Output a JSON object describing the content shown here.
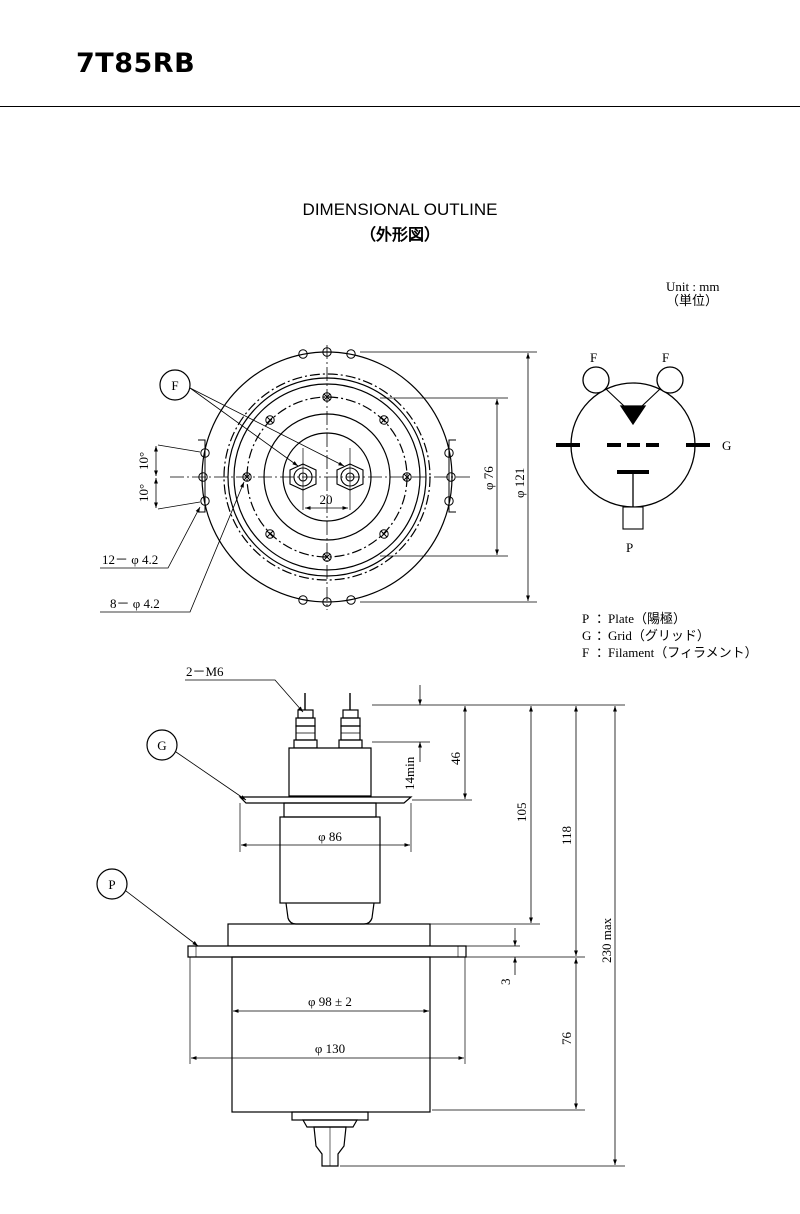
{
  "header": {
    "model": "7T85RB"
  },
  "diagram": {
    "title": "DIMENSIONAL OUTLINE",
    "subtitle": "（外形図）",
    "unit_label": "Unit : mm",
    "unit_label_jp": "（単位）"
  },
  "top_view": {
    "callout_F": "F",
    "dim_10_upper": "10°",
    "dim_10_lower": "10°",
    "dim_20": "20",
    "dim_phi76": "φ 76",
    "dim_phi121": "φ 121",
    "holes_12": "12－ φ 4.2",
    "holes_8": "8－ φ 4.2"
  },
  "schematic": {
    "label_F_left": "F",
    "label_F_right": "F",
    "label_G": "G",
    "label_P": "P"
  },
  "legend": [
    {
      "key": "P",
      "sep": "：",
      "text": "Plate（陽極）"
    },
    {
      "key": "G",
      "sep": "：",
      "text": "Grid（グリッド）"
    },
    {
      "key": "F",
      "sep": "：",
      "text": "Filament（フィラメント）"
    }
  ],
  "side_view": {
    "thread_label": "2－M6",
    "callout_G": "G",
    "callout_P": "P",
    "dim_14min": "14min",
    "dim_46": "46",
    "dim_105": "105",
    "dim_118": "118",
    "dim_230max": "230 max",
    "dim_3": "3",
    "dim_76": "76",
    "dim_phi86": "φ 86",
    "dim_phi98": "φ 98 ± 2",
    "dim_phi130": "φ 130"
  }
}
